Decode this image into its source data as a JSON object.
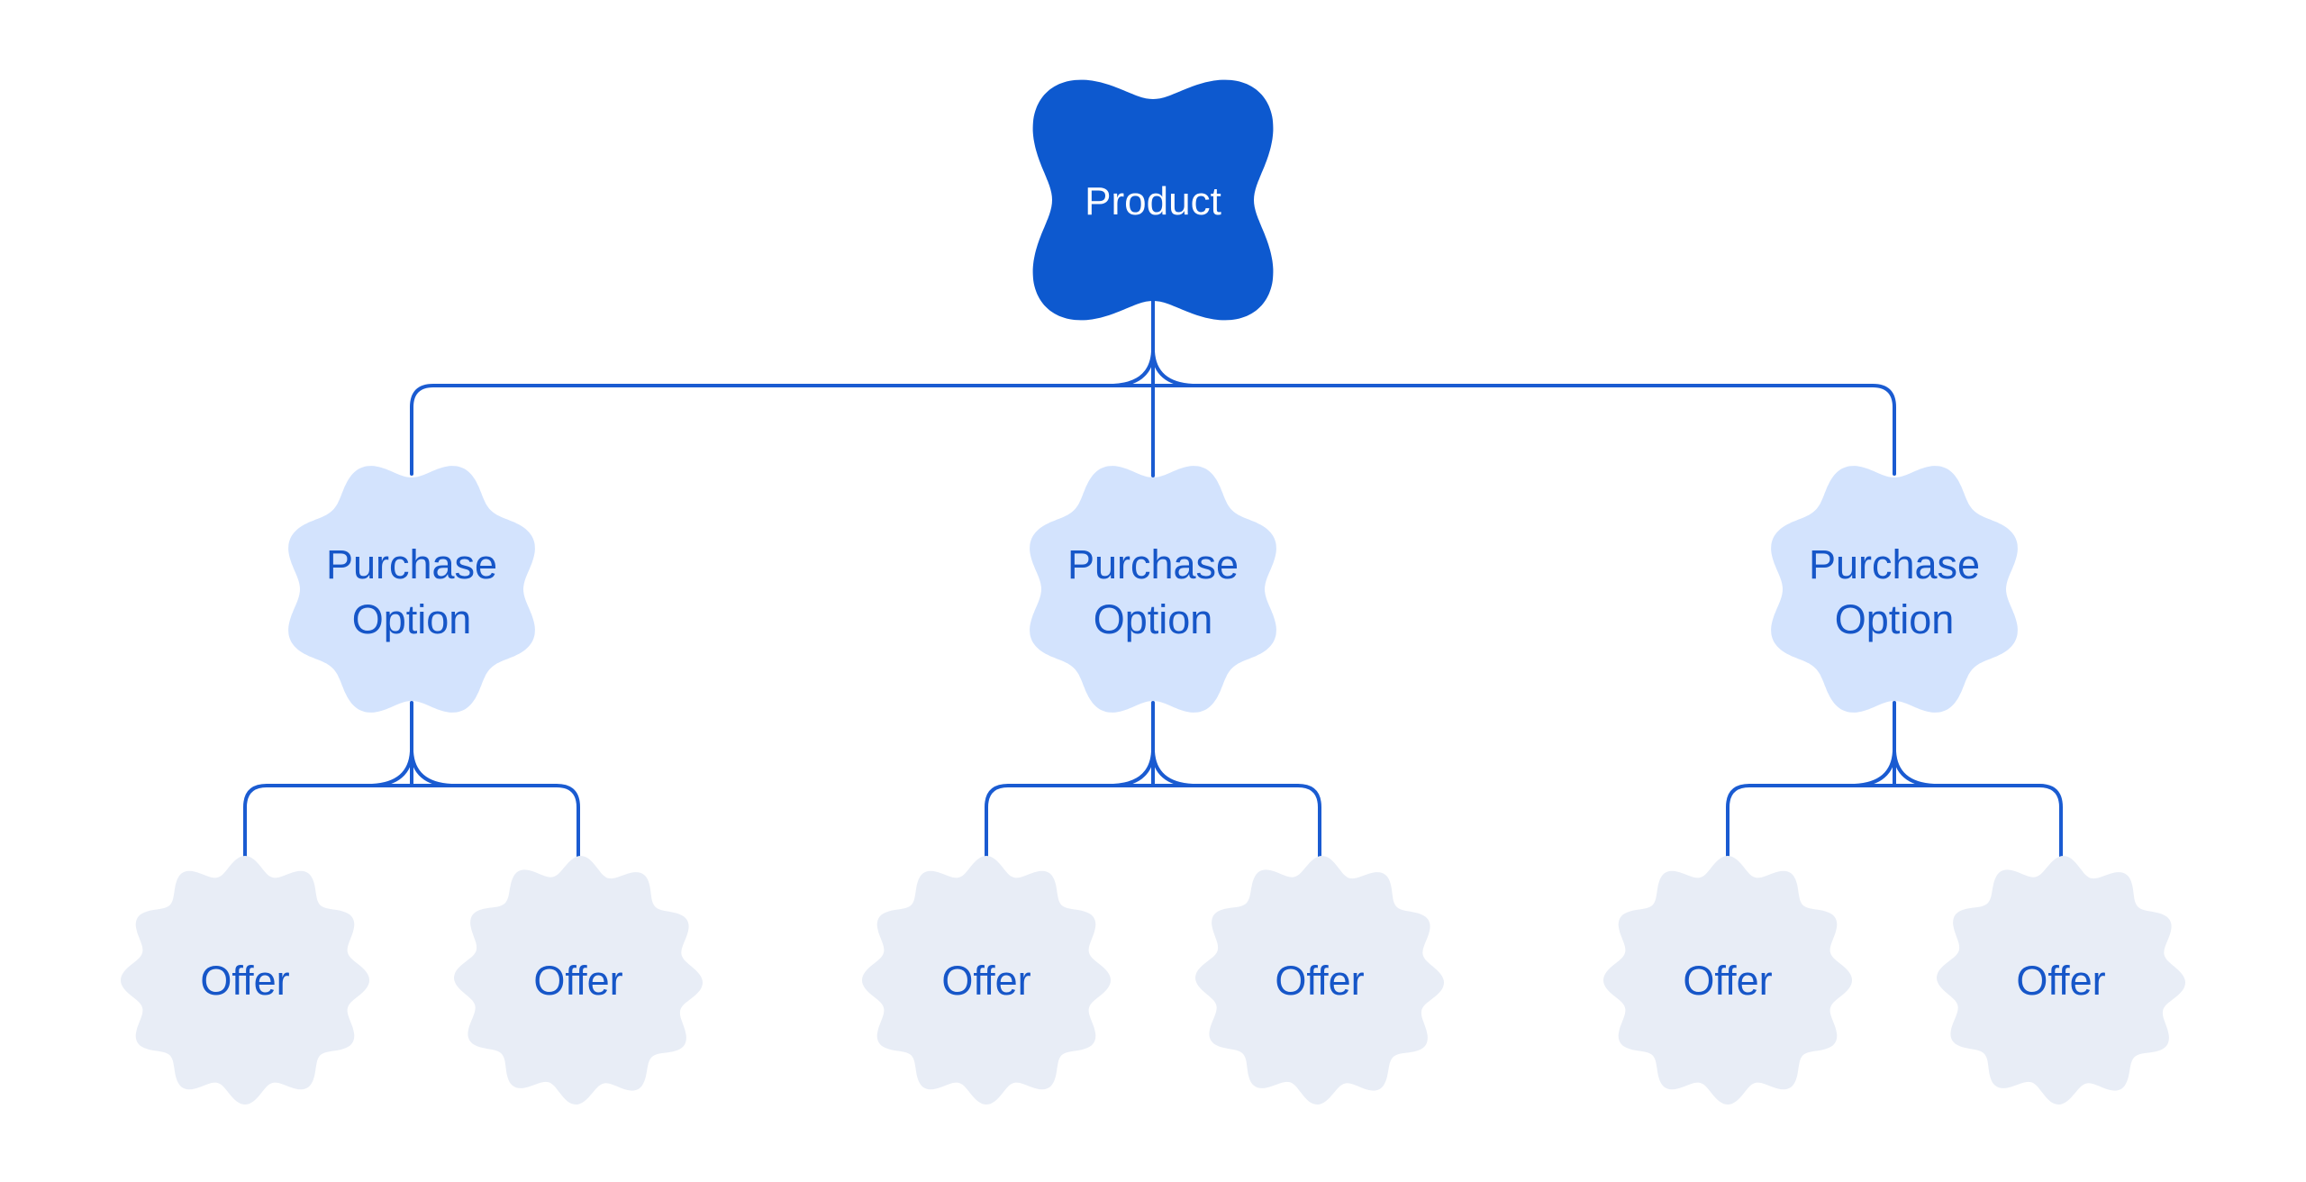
{
  "diagram": {
    "root": {
      "label": "Product"
    },
    "purchase_options": [
      {
        "label_line1": "Purchase",
        "label_line2": "Option",
        "offers": [
          {
            "label": "Offer"
          },
          {
            "label": "Offer"
          }
        ]
      },
      {
        "label_line1": "Purchase",
        "label_line2": "Option",
        "offers": [
          {
            "label": "Offer"
          },
          {
            "label": "Offer"
          }
        ]
      },
      {
        "label_line1": "Purchase",
        "label_line2": "Option",
        "offers": [
          {
            "label": "Offer"
          },
          {
            "label": "Offer"
          }
        ]
      }
    ],
    "colors": {
      "product_fill": "#0d59cf",
      "product_text": "#ffffff",
      "purchase_fill": "#d3e3fd",
      "offer_fill": "#e8edf6",
      "node_text": "#1656c8",
      "line": "#1a5bd1",
      "background": "#ffffff"
    }
  }
}
